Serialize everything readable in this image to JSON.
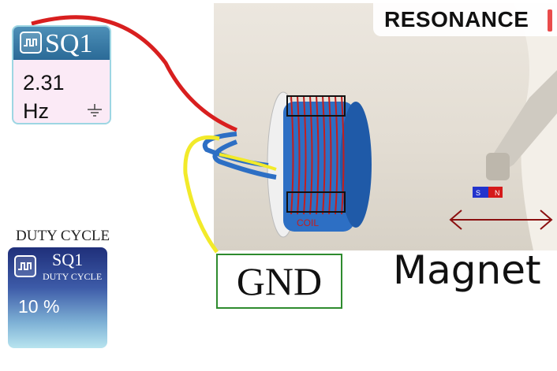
{
  "banner": {
    "title": "RESONANCE"
  },
  "freq_widget": {
    "title": "SQ1",
    "value": "2.31",
    "unit": "Hz"
  },
  "duty_widget": {
    "caption": "DUTY CYCLE",
    "title": "SQ1",
    "subtitle": "DUTY CYCLE",
    "value": "10 %"
  },
  "labels": {
    "gnd": "GND",
    "magnet": "Magnet",
    "coil": "COIL",
    "magnet_pole_s": "S",
    "magnet_pole_n": "N"
  },
  "colors": {
    "wire_signal": "#d81f1f",
    "wire_ground": "#f2ea2a",
    "coil_winding": "#c41e1e",
    "gnd_border": "#2e8b2e",
    "widget_border": "#9dd6e3"
  }
}
